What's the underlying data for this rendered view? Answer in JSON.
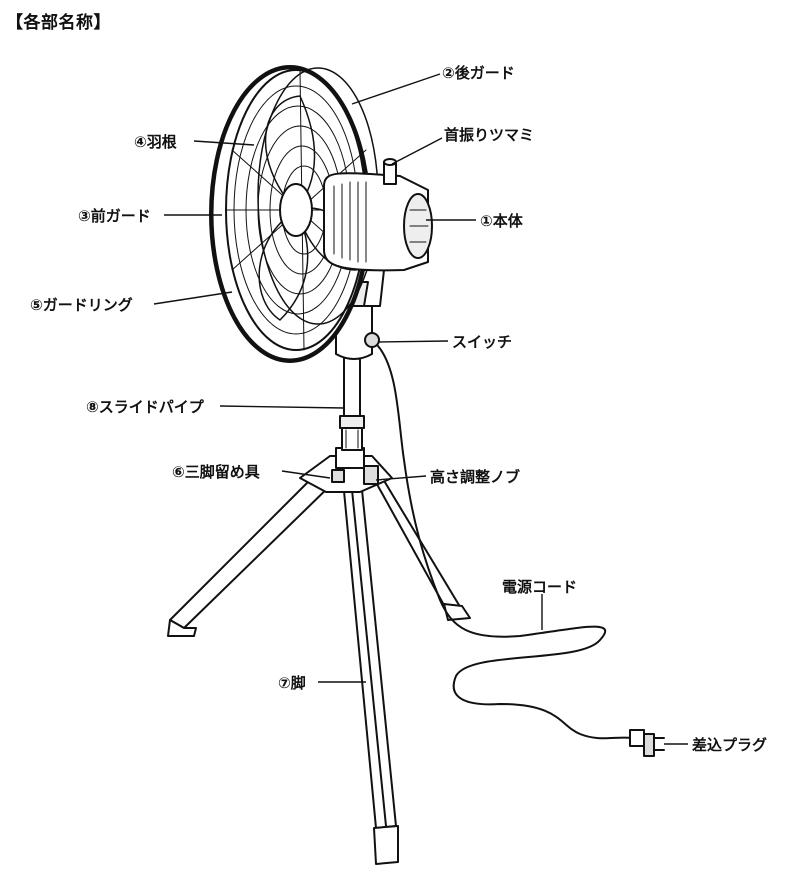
{
  "title": "【各部名称】",
  "labels": {
    "rear_guard": "②後ガード",
    "swing_knob": "首振りツマミ",
    "blade": "④羽根",
    "body": "①本体",
    "front_guard": "③前ガード",
    "guard_ring": "⑤ガードリング",
    "switch": "スイッチ",
    "slide_pipe": "⑧スライドパイプ",
    "tripod_fastener": "⑥三脚留め具",
    "height_knob": "高さ調整ノブ",
    "power_cord": "電源コード",
    "leg": "⑦脚",
    "plug": "差込プラグ"
  }
}
